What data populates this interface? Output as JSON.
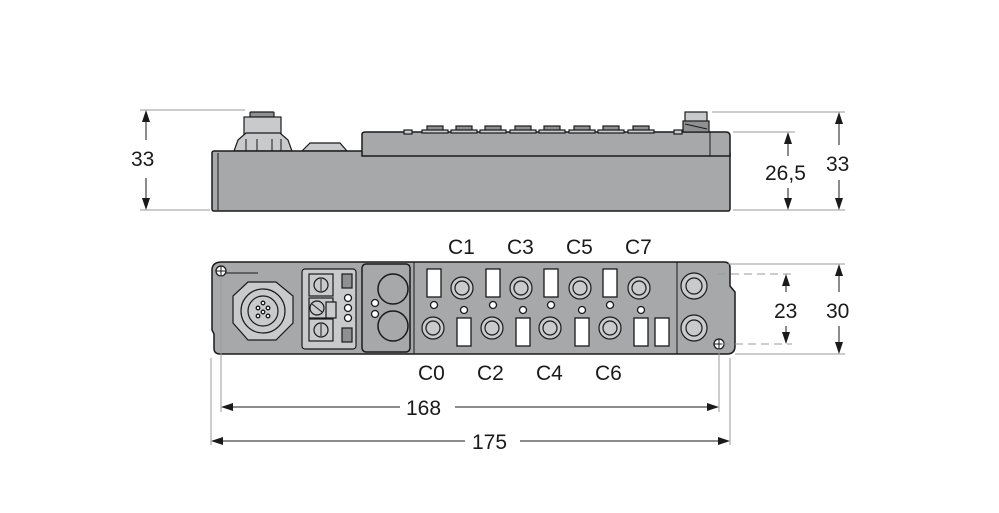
{
  "diagram": {
    "type": "dimensional drawing",
    "views": [
      "side-view",
      "front-view"
    ],
    "colors": {
      "housing": "#a7a8aa",
      "lines": "#1a1a1a",
      "extension_lines": "#9a9a9a",
      "background": "#ffffff"
    }
  },
  "side_view": {
    "dimensions": {
      "left_height": "33",
      "right_inner_height": "26,5",
      "right_outer_height": "33"
    }
  },
  "front_view": {
    "channels_top": [
      "C1",
      "C3",
      "C5",
      "C7"
    ],
    "channels_bottom": [
      "C0",
      "C2",
      "C4",
      "C6"
    ],
    "dimensions": {
      "inner_height": "23",
      "outer_height": "30",
      "hole_spacing_width": "168",
      "overall_width": "175"
    }
  }
}
